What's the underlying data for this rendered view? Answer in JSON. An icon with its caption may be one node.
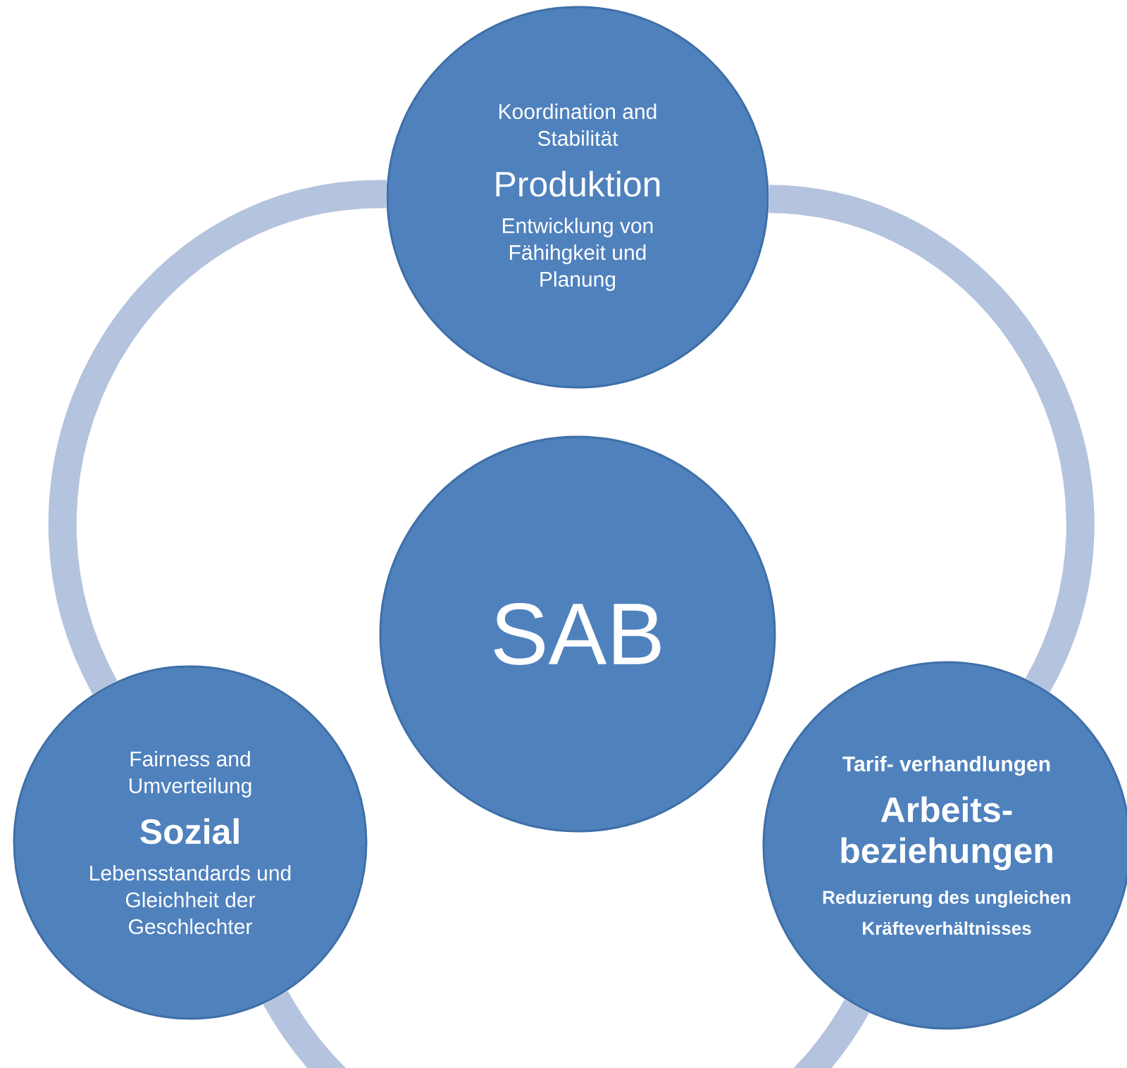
{
  "diagram": {
    "nodes": [
      {
        "text": [
          "Koordination and Stabilität",
          "Produktion",
          "Entwicklung von Fähihgkeit und Planung"
        ]
      },
      {
        "text": [
          "SAB"
        ]
      },
      {
        "text": [
          "Fairness and Umverteilung",
          "Sozial",
          "Lebensstandards und Gleichheit der Geschlechter"
        ]
      },
      {
        "text": [
          "Tarif- verhandlungen",
          "Arbeits- beziehungen",
          "Reduzierung des ungleichen Kräfteverhältnisses"
        ]
      }
    ],
    "edges": [
      {
        "from": 0,
        "to": 2,
        "arrow": "none"
      },
      {
        "from": 2,
        "to": 3,
        "arrow": "none"
      },
      {
        "from": 0,
        "to": 3,
        "arrow": "none"
      }
    ]
  }
}
